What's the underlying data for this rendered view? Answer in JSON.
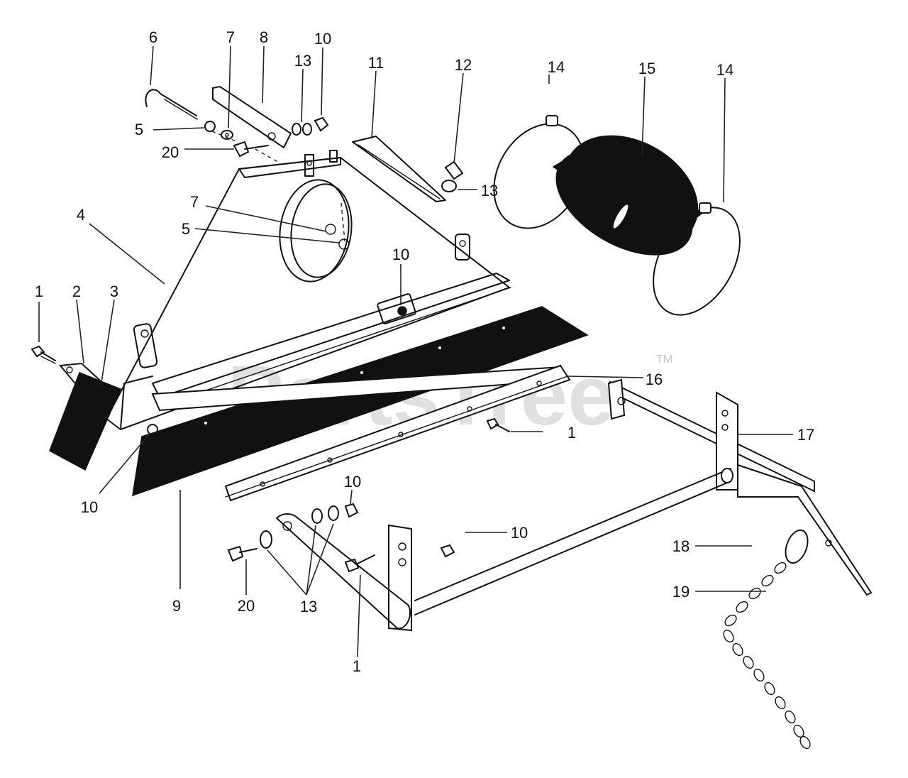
{
  "watermark": {
    "text": "PartsTree",
    "trademark": "TM"
  },
  "callouts": {
    "c1_top": "1",
    "c2": "2",
    "c3": "3",
    "c4": "4",
    "c5_top": "5",
    "c5_mid": "5",
    "c6": "6",
    "c7_top": "7",
    "c7_mid": "7",
    "c8": "8",
    "c9": "9",
    "c10_top": "10",
    "c10_mid": "10",
    "c10_left": "10",
    "c10_bottom": "10",
    "c10_right": "10",
    "c11": "11",
    "c12": "12",
    "c13_top": "13",
    "c13_right": "13",
    "c13_bottom": "13",
    "c14_left": "14",
    "c14_right": "14",
    "c15": "15",
    "c16": "16",
    "c17": "17",
    "c1_right": "1",
    "c1_bottom": "1",
    "c18": "18",
    "c19": "19",
    "c20_top": "20",
    "c20_bottom": "20"
  }
}
